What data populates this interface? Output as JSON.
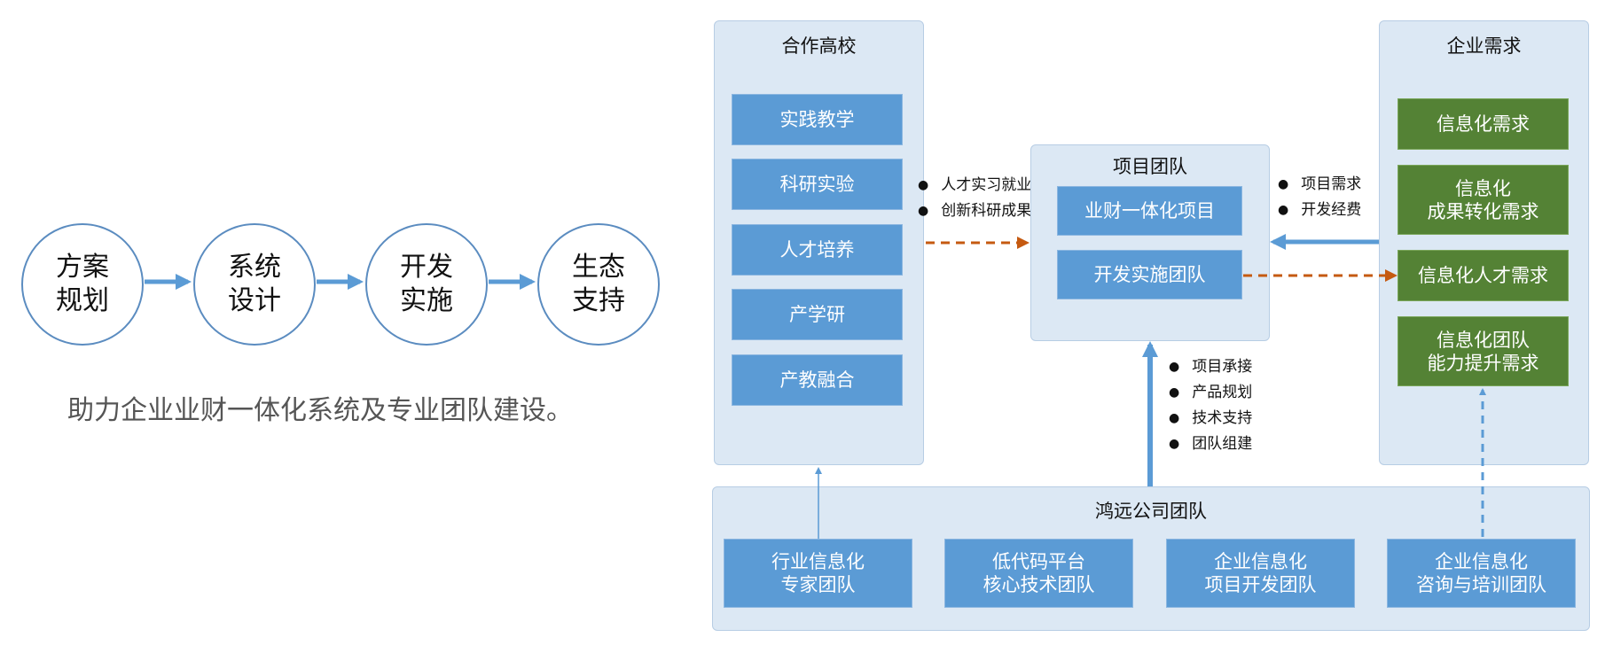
{
  "flow": {
    "steps": [
      "方案\n规划",
      "系统\n设计",
      "开发\n实施",
      "生态\n支持"
    ],
    "caption": "助力企业业财一体化系统及专业团队建设。"
  },
  "colleges": {
    "title": "合作高校",
    "items": [
      "实践教学",
      "科研实验",
      "人才培养",
      "产学研",
      "产教融合"
    ]
  },
  "college_to_project": [
    "人才实习就业",
    "创新科研成果"
  ],
  "project_team": {
    "title": "项目团队",
    "items": [
      "业财一体化项目",
      "开发实施团队"
    ]
  },
  "enterprise_to_project": [
    "项目需求",
    "开发经费"
  ],
  "company_to_project": [
    "项目承接",
    "产品规划",
    "技术支持",
    "团队组建"
  ],
  "enterprise": {
    "title": "企业需求",
    "items": [
      "信息化需求",
      "信息化\n成果转化需求",
      "信息化人才需求",
      "信息化团队\n能力提升需求"
    ]
  },
  "company": {
    "title": "鸿远公司团队",
    "items": [
      "行业信息化\n专家团队",
      "低代码平台\n核心技术团队",
      "企业信息化\n项目开发团队",
      "企业信息化\n咨询与培训团队"
    ]
  },
  "colors": {
    "blue_box": "#5b9bd5",
    "green_box": "#548235",
    "panel": "#dce8f4",
    "solid_arrow": "#5b9bd5",
    "dashed_arrow": "#c55a11"
  }
}
